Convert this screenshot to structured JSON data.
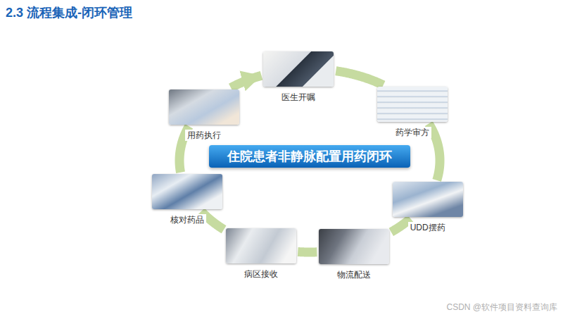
{
  "diagram": {
    "title": "2.3 流程集成-闭环管理",
    "nodes": [
      {
        "text": [
          "医生开嘱"
        ]
      },
      {
        "text": [
          "药学审方"
        ]
      },
      {
        "text": [
          "UDD摆药"
        ]
      },
      {
        "text": [
          "物流配送"
        ]
      },
      {
        "text": [
          "病区接收"
        ]
      },
      {
        "text": [
          "核对药品"
        ]
      },
      {
        "text": [
          "用药执行"
        ]
      },
      {
        "text": [
          "住院患者非静脉配置用药闭环"
        ]
      }
    ],
    "edges": [
      {
        "from": 0,
        "to": 1,
        "arrow": "none"
      },
      {
        "from": 1,
        "to": 2,
        "arrow": "none"
      },
      {
        "from": 2,
        "to": 3,
        "arrow": "none"
      },
      {
        "from": 3,
        "to": 4,
        "arrow": "none"
      },
      {
        "from": 4,
        "to": 5,
        "arrow": "none"
      },
      {
        "from": 5,
        "to": 6,
        "arrow": "none"
      },
      {
        "from": 6,
        "to": 0,
        "arrow": "to"
      }
    ],
    "labels": [
      "CSDN @软件项目资料查询库"
    ]
  }
}
